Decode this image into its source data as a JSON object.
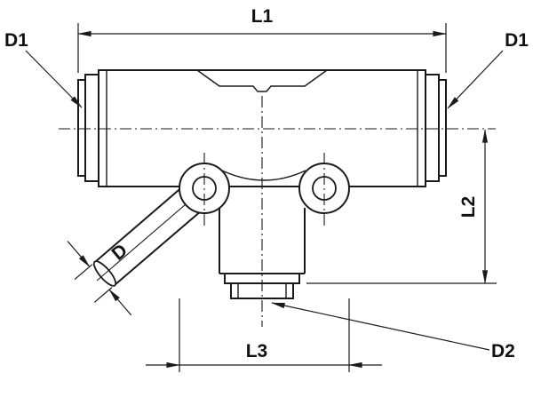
{
  "drawing": {
    "labels": {
      "l1": "L1",
      "d1_left": "D1",
      "d1_right": "D1",
      "d": "D",
      "l2": "L2",
      "l3": "L3",
      "d2": "D2"
    },
    "colors": {
      "line": "#1a1a1a",
      "background": "#ffffff"
    }
  }
}
